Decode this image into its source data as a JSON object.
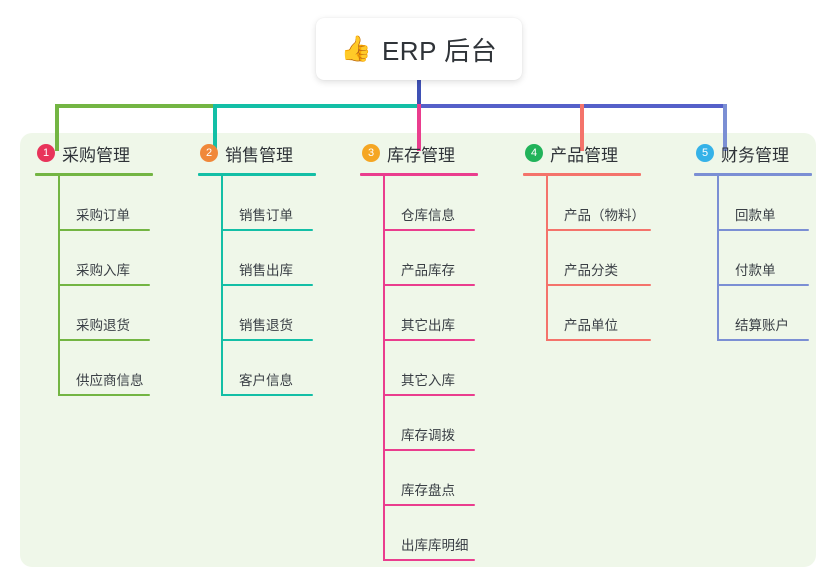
{
  "title": {
    "emoji": "👍",
    "icon_name": "thumbs-up-icon",
    "text": "ERP 后台"
  },
  "panel": {
    "background": "#eff7e9"
  },
  "connector": {
    "stem_color": "#3f51b5",
    "segments": [
      "#73b543",
      "#13bfa6",
      "#5560c9"
    ]
  },
  "columns": [
    {
      "number": "1",
      "badge_color": "#e8345a",
      "line_color": "#73b543",
      "title": "采购管理",
      "items": [
        "采购订单",
        "采购入库",
        "采购退货",
        "供应商信息"
      ]
    },
    {
      "number": "2",
      "badge_color": "#f0883a",
      "line_color": "#13bfa6",
      "title": "销售管理",
      "items": [
        "销售订单",
        "销售出库",
        "销售退货",
        "客户信息"
      ]
    },
    {
      "number": "3",
      "badge_color": "#f5a623",
      "line_color": "#ea3d8e",
      "title": "库存管理",
      "items": [
        "仓库信息",
        "产品库存",
        "其它出库",
        "其它入库",
        "库存调拨",
        "库存盘点",
        "出库库明细"
      ]
    },
    {
      "number": "4",
      "badge_color": "#21b35a",
      "line_color": "#f4736b",
      "title": "产品管理",
      "items": [
        "产品（物料）",
        "产品分类",
        "产品单位"
      ]
    },
    {
      "number": "5",
      "badge_color": "#35b2e8",
      "line_color": "#7b8fd4",
      "title": "财务管理",
      "items": [
        "回款单",
        "付款单",
        "结算账户"
      ]
    }
  ]
}
